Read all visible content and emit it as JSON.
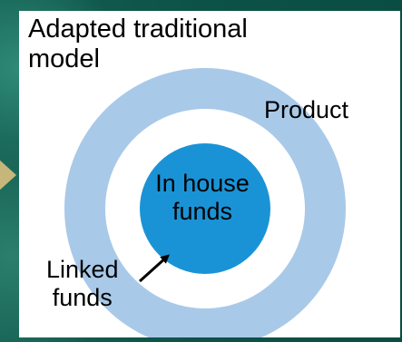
{
  "title_lines": [
    "Adapted traditional",
    "model"
  ],
  "rings": {
    "outer_label": "Product",
    "inner_label_lines": [
      "In house",
      "funds"
    ],
    "pointer_label_lines": [
      "Linked",
      "funds"
    ]
  },
  "colors": {
    "outer_ring": "#a9c9e8",
    "middle_ring": "#ffffff",
    "inner_circle": "#1a93d6",
    "background": "#0e5a4e",
    "accent_arrow": "#c6b67a"
  },
  "icons": {
    "pointer": "arrow-up-right-icon",
    "nav": "triangle-right-icon"
  }
}
